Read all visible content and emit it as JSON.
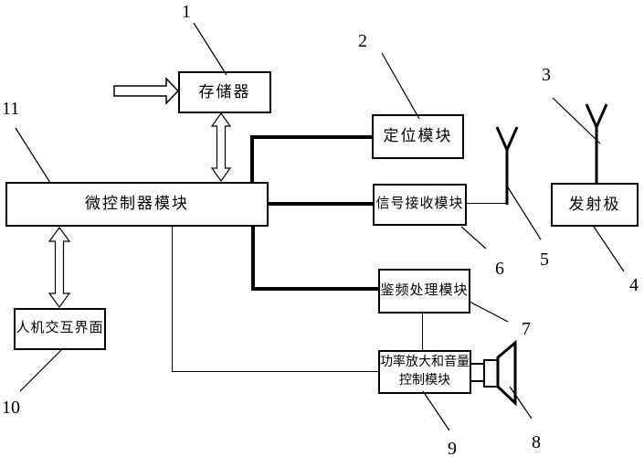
{
  "boxes": {
    "memory": {
      "label": "存储器"
    },
    "microcontroller": {
      "label": "微控制器模块"
    },
    "positioning": {
      "label": "定位模块"
    },
    "signal_receiver": {
      "label": "信号接收模块"
    },
    "emitter": {
      "label": "发射极"
    },
    "discriminator": {
      "label": "鉴频处理模块"
    },
    "power_amp": {
      "lines": [
        "功率放大和音量",
        "控制模块"
      ]
    },
    "hmi": {
      "label": "人机交互界面"
    }
  },
  "callouts": {
    "memory": "1",
    "positioning": "2",
    "tx_antenna": "3",
    "emitter": "4",
    "rx_antenna": "5",
    "signal_receiver": "6",
    "discriminator": "7",
    "speaker": "8",
    "power_amp": "9",
    "hmi": "10",
    "microcontroller": "11"
  },
  "colors": {
    "line": "#000000",
    "background": "#ffffff"
  }
}
